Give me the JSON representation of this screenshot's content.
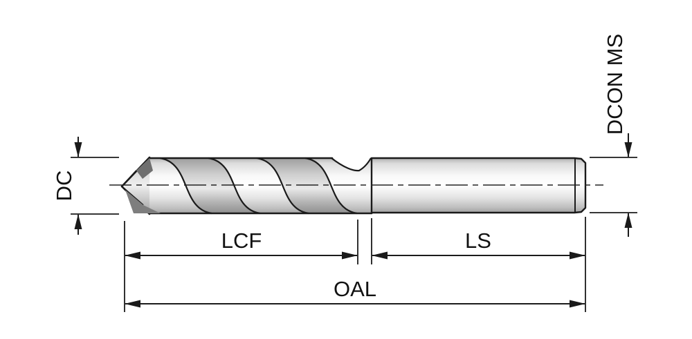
{
  "diagram": {
    "background": "#ffffff",
    "line_color": "#1a1a1a",
    "dimensions": {
      "diameter": {
        "label": "DC"
      },
      "shank_diameter": {
        "label": "DCON MS"
      },
      "flute_length": {
        "label": "LCF"
      },
      "shank_length": {
        "label": "LS"
      },
      "overall_length": {
        "label": "OAL"
      }
    }
  }
}
